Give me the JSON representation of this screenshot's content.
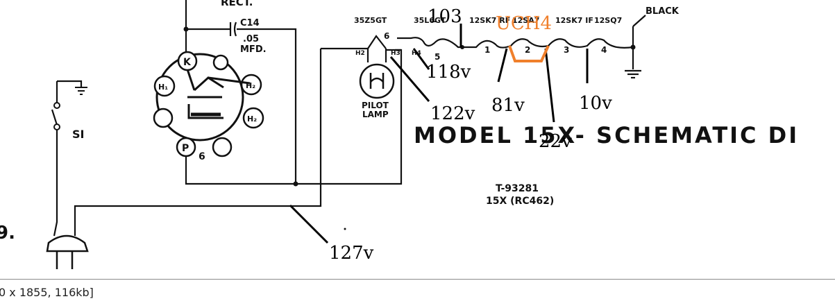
{
  "schematic": {
    "top_label": "RECT.",
    "capacitor_name": "C14",
    "capacitor_value": ".05",
    "capacitor_unit": "MFD.",
    "switch_label": "SI",
    "ground_label": "BLACK",
    "pilot_lamp_line1": "PILOT",
    "pilot_lamp_line2": "LAMP",
    "tube_socket_pins": {
      "k": "K",
      "h_left": "H₁",
      "h_right": "H₂",
      "h_lower_right": "H₂",
      "p": "P",
      "pin_number": "6"
    },
    "tube_labels": [
      "35Z5GT",
      "35L6GT",
      "12SK7 RF",
      "12SA7",
      "12SK7 IF",
      "12SQ7"
    ],
    "pin_labels": [
      "6",
      "5",
      "1",
      "2",
      "3",
      "4"
    ],
    "lamp_pins": [
      "H2",
      "H3",
      "H4"
    ],
    "model_title": "MODEL 15X- SCHEMATIC DI",
    "part_number_line1": "T-93281",
    "part_number_line2": "15X (RC462)",
    "figure_number": "9."
  },
  "annotations": {
    "v_103": "103",
    "v_118": "118v",
    "v_122": "122v",
    "v_81": "81v",
    "v_22": "22v",
    "v_10": "10v",
    "v_127": "127v",
    "tube_ucH4": "UCH4"
  },
  "colors": {
    "ink": "#111111",
    "annotation": "#000000",
    "highlight": "#f07f2b"
  },
  "footer": {
    "text": "0 x 1855, 116kb]"
  }
}
